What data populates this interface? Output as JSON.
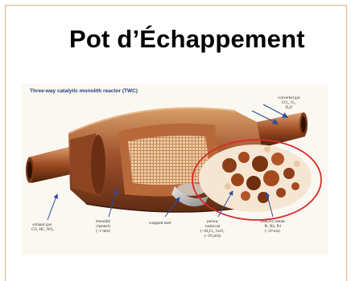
{
  "slide": {
    "title": "Pot d’Échappement"
  },
  "figure": {
    "heading": "Three-way catalytic monolith reactor (TWC)",
    "labels": {
      "converted_gas": "converted gas\nCO₂, N₂,\nH₂O",
      "exhaust_gas": "exhaust gas:\nCO, HC, NOₓ",
      "monolith_channels": "monolith\nchannels\n(~1 mm)",
      "wrapped_steel": "wrapped steel",
      "porous_washcoat": "porous\nwashcoat\n(~Al₂O₃, CeO₂\n(~10 μm))",
      "catalytic_metals": "catalytic metals\nPt, Rh, Pd\n(~10 nm)"
    },
    "colors": {
      "highlight_ellipse": "#d92b2b",
      "arrow": "#2a4f9e",
      "reactor_body": "#a0522d",
      "copper": "#c8783c"
    }
  }
}
